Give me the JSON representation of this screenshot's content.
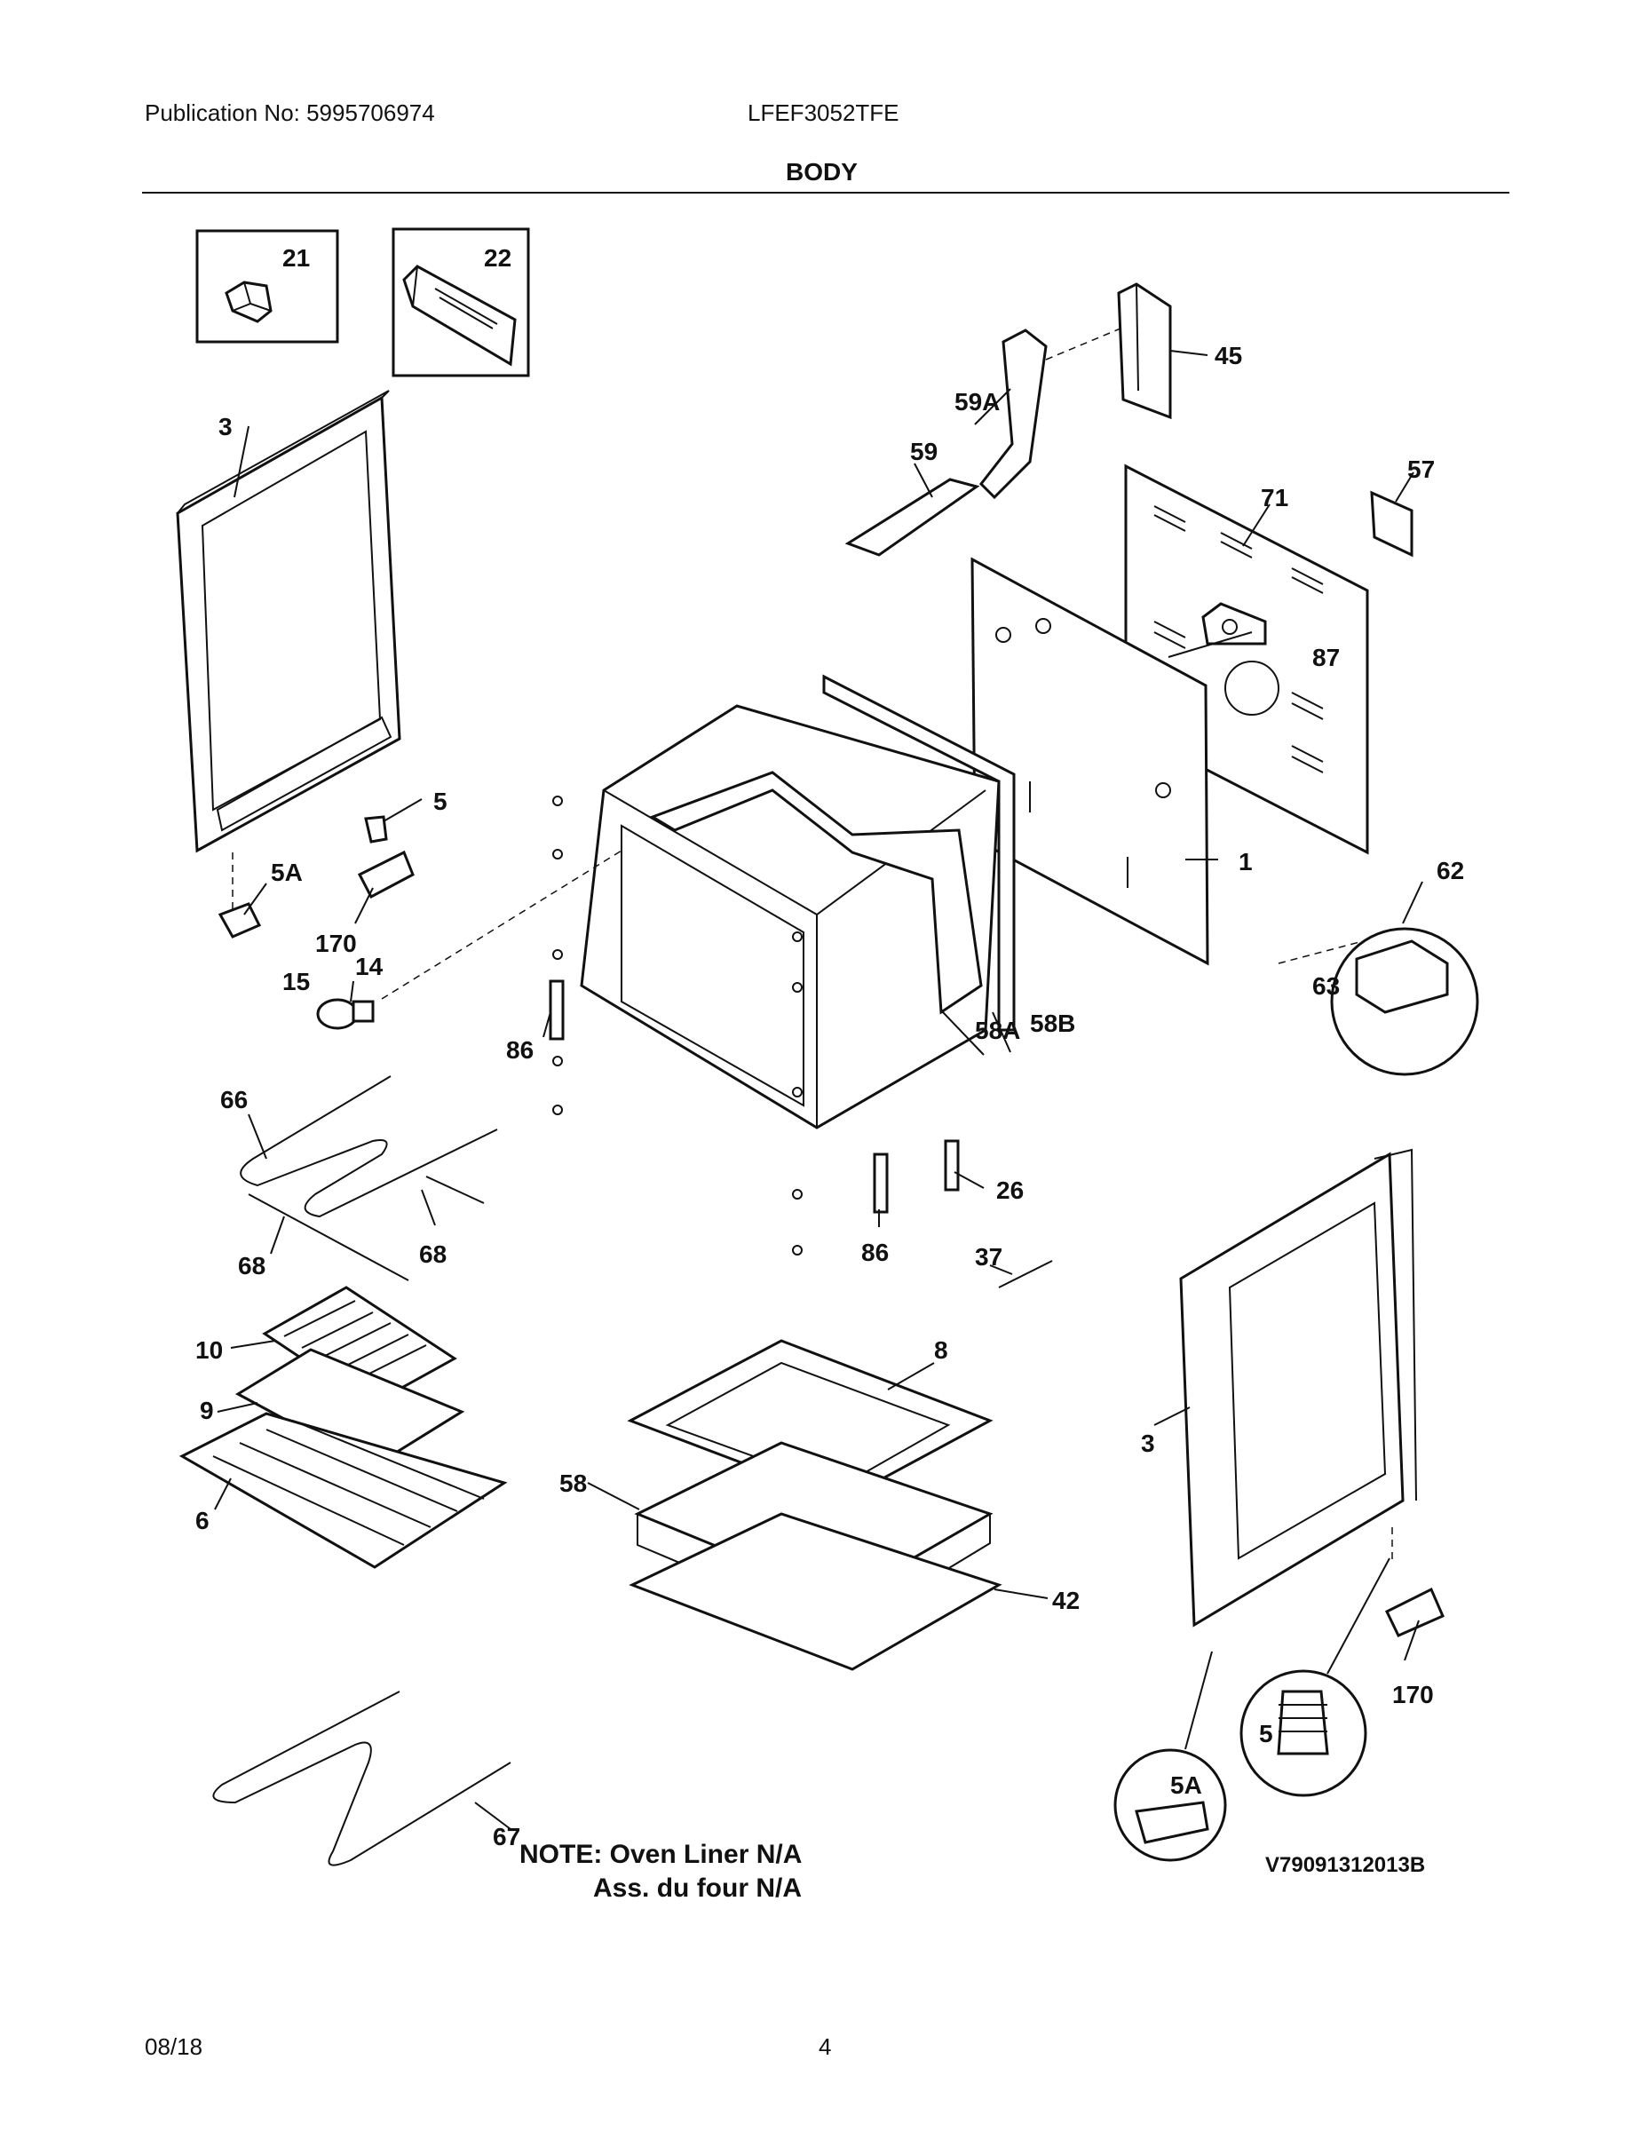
{
  "header": {
    "publication": "Publication No: 5995706974",
    "model": "LFEF3052TFE",
    "section_title": "BODY"
  },
  "callouts": {
    "c21": "21",
    "c22": "22",
    "c3a": "3",
    "c45": "45",
    "c59a": "59A",
    "c59": "59",
    "c57": "57",
    "c71": "71",
    "c87": "87",
    "c5": "5",
    "c5a": "5A",
    "c1": "1",
    "c62": "62",
    "c170": "170",
    "c14": "14",
    "c15": "15",
    "c63": "63",
    "c86a": "86",
    "c58a": "58A",
    "c58b": "58B",
    "c66": "66",
    "c26": "26",
    "c68a": "68",
    "c68b": "68",
    "c86b": "86",
    "c37": "37",
    "c10": "10",
    "c8": "8",
    "c9": "9",
    "c3b": "3",
    "c58": "58",
    "c6": "6",
    "c42": "42",
    "c170b": "170",
    "c5b": "5",
    "c5ab": "5A",
    "c67": "67"
  },
  "note": {
    "line1": "NOTE: Oven Liner N/A",
    "line2": "Ass. du four N/A"
  },
  "diagram_code": "V79091312013B",
  "footer": {
    "date": "08/18",
    "page": "4"
  }
}
